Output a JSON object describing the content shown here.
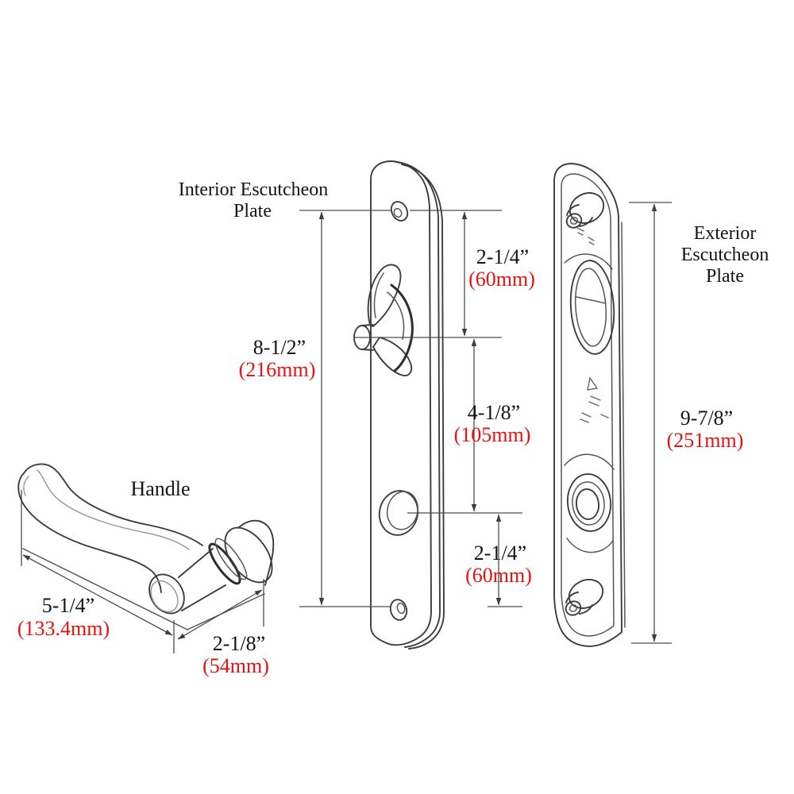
{
  "colors": {
    "line": "#3d3d3d",
    "dimension_line": "#4d4d4d",
    "text": "#141414",
    "metric_text": "#e81212",
    "background": "#ffffff"
  },
  "labels": {
    "interior_plate_line1": "Interior Escutcheon",
    "interior_plate_line2": "Plate",
    "exterior_plate_line1": "Exterior",
    "exterior_plate_line2": "Escutcheon",
    "exterior_plate_line3": "Plate",
    "handle": "Handle"
  },
  "dimensions": {
    "interior_top_spacing": {
      "inches": "2-1/4”",
      "metric": "(60mm)"
    },
    "interior_plate_height": {
      "inches": "8-1/2”",
      "metric": "(216mm)"
    },
    "interior_mid_spacing": {
      "inches": "4-1/8”",
      "metric": "(105mm)"
    },
    "exterior_plate_height": {
      "inches": "9-7/8”",
      "metric": "(251mm)"
    },
    "interior_bottom_spacing": {
      "inches": "2-1/4”",
      "metric": "(60mm)"
    },
    "handle_length": {
      "inches": "5-1/4”",
      "metric": "(133.4mm)"
    },
    "handle_projection": {
      "inches": "2-1/8”",
      "metric": "(54mm)"
    }
  }
}
